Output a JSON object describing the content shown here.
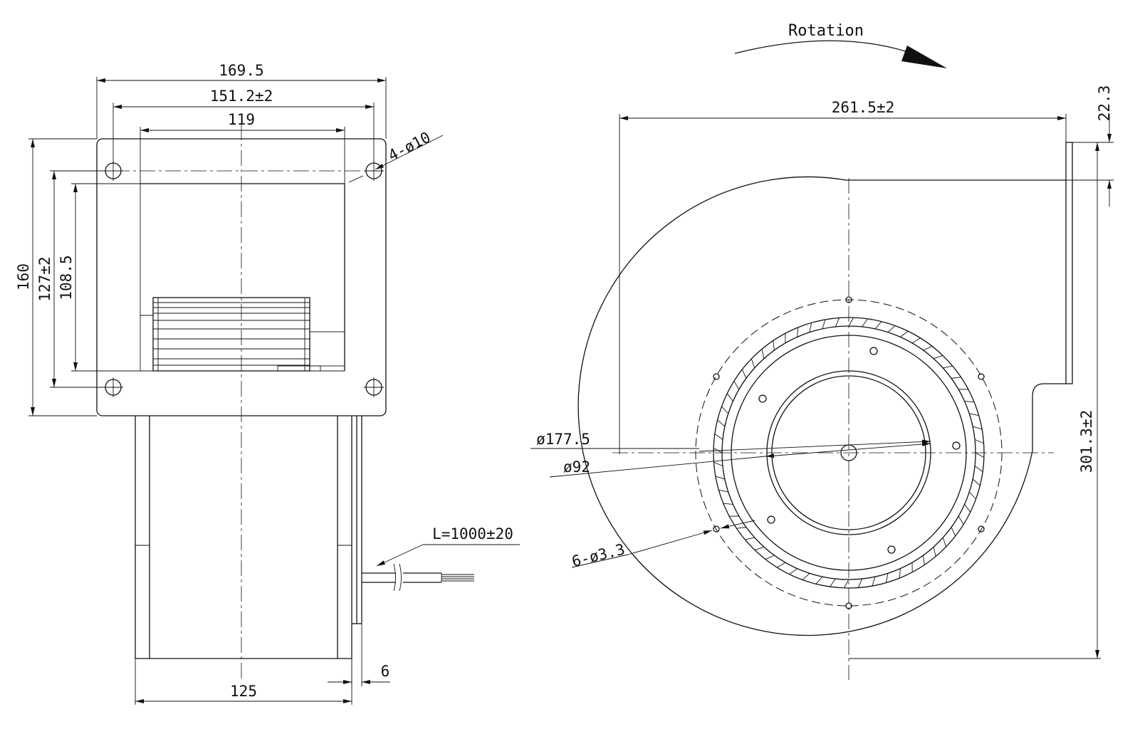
{
  "rotation": {
    "label": "Rotation"
  },
  "side_view": {
    "dims": {
      "flange_width": "169.5",
      "hole_spacing_x": "151.2±2",
      "body_width": "119",
      "mounting_holes": "4-ø10",
      "flange_height": "160",
      "hole_spacing_y": "127±2",
      "opening_height": "108.5",
      "depth": "125",
      "plate_thickness": "6",
      "cable_length": "L=1000±20"
    }
  },
  "front_view": {
    "dims": {
      "overall_width": "261.5±2",
      "outlet_offset": "22.3",
      "overall_height": "301.3±2",
      "bolt_circle_dia": "ø177.5",
      "hub_dia": "ø92",
      "motor_holes": "6-ø3.3"
    }
  }
}
